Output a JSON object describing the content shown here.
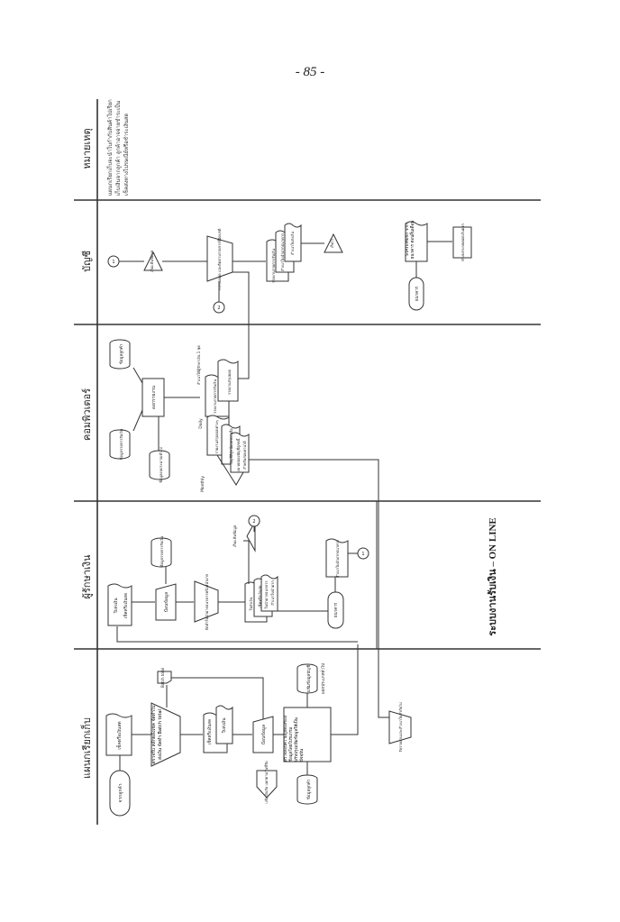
{
  "page_number": "- 85 -",
  "title": "ระบบงานรับเงิน – ON LINE",
  "lanes": [
    {
      "label": "แผนกเรียกเก็บ"
    },
    {
      "label": "ผู้รักษาเงิน"
    },
    {
      "label": "คอมพิวเตอร์"
    },
    {
      "label": "บัญชี"
    },
    {
      "label": "หมายเหตุ"
    }
  ],
  "remark": "แผนกเรียกเก็บจะนำใบกำกับสินค้าไปเรียกเก็บเงินจากลูกค้า ลูกค้าอาจจ่ายชำระเป็นเช็คส่งทางไปรษณีย์หรือชำระเงินสด",
  "billing": {
    "start": "จากลูกค้า",
    "doc_cheque": "เช็คหรือเงินสด",
    "manual": "ตรวจรับ สลักหลังเช็ค จัดทำใบส่งเงิน จัดทำ Batch total",
    "batch": "Batch total",
    "docs": [
      "เช็คหรือเงินสด",
      "ใบส่งเงิน"
    ],
    "input": "ป้อนข้อมูล",
    "process": [
      "ตรวจสอบความถูกต้องของข้อมูลโดยโปรแกรม",
      "ปรับปรุงแฟ้มข้อมูลให้เป็นปัจจุบัน"
    ],
    "db_ledger": "แฟ้มข้อมูลบัญชี",
    "db_ledger_note": "แยกประเภททั่วไป",
    "db_customer": "ข้อมูลลูกค้า",
    "offpage": "แฟ้มเงินรับ แยกตามวันที่รับ",
    "manual2": "รับรายงานและสำเนาใบกำกับไป"
  },
  "cashier": {
    "docs": [
      "ใบส่งเงิน",
      "เช็คหรือเงินสด"
    ],
    "input": "ป้อนข้อมูล",
    "db": "ข้อมูลรายการรับเงิน",
    "manual": "จัดทำใบนำฝากธนาคารพร้อมนำฝาก",
    "docs2": [
      "ใบส่งเงิน",
      "เช็คหรือเงินสด",
      "ใบนำฝากธนาคาร",
      "สำเนาใบนำฝาก"
    ],
    "store": "เก็บแฟ้มข้อมูล",
    "connector2": "2",
    "bank": "ธนาคาร",
    "doc_copy": "สำเนาใบนำฝากธนาคาร",
    "connector1": "1"
  },
  "computer": {
    "db_customer": "ข้อมูลลูกค้า",
    "db_cash": "ข้อมูลรายการรับเงิน",
    "db_budget": "ข้อมูลงบประมาณทั่วไป",
    "process": "ออกรายงาน",
    "daily": "Daily",
    "monthly": "Monthly",
    "note": "สำเนาให้ผู้รักษาเงิน 1 ชุด",
    "reports_daily": [
      "รายงานรายการรับเงิน",
      "รายงานสรุปยอด"
    ],
    "reports_monthly": [
      "รายงานสรุปยอดต่างๆ",
      "บัญชีพิสูจน์ยอดคงเหลือ",
      "งบ ทดลองบัญชีลูกหนี้",
      "สำหรับสอบทานได้"
    ]
  },
  "accounting": {
    "connector1": "1",
    "store": "เก็บแฟ้มข้อมูล",
    "manual": "กระทบยอด และติดตามรายการที่ผิดปกติ",
    "connector2": "2",
    "docs": [
      "รายงานรายการรับเงิน",
      "สำเนาใบนำฝากธนาคาร",
      "สำเนาใบส่งเงิน"
    ],
    "file": "เก็บไว้",
    "bank": "ธนาคาร",
    "statement": "STATEMENT จากธนาคาร ตอนสิ้นเดือน",
    "reconcile": "ทำงบกระทบยอดเงินฝาก"
  }
}
